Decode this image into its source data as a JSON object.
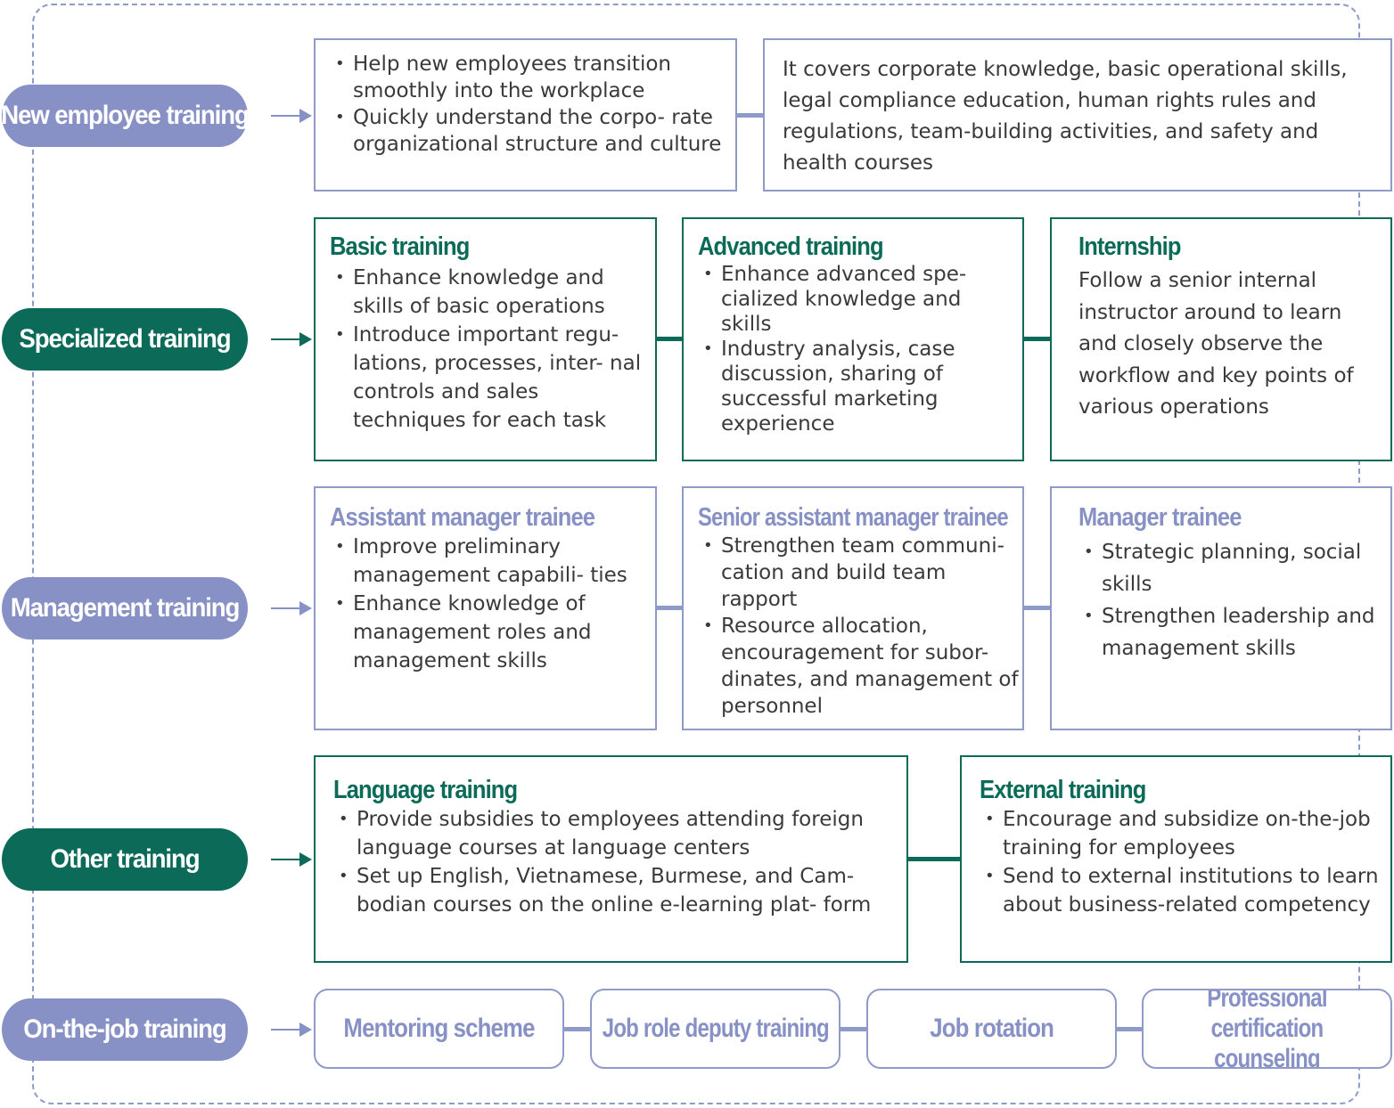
{
  "rows": {
    "new_employee": {
      "label": "New employee training",
      "goals": [
        "Help new employees transition smoothly into the workplace",
        "Quickly understand the corpo- rate organizational structure and culture"
      ],
      "description": "It covers corporate knowledge, basic operational skills, legal compliance education, human rights rules and regulations, team-building activities, and safety and health courses"
    },
    "specialized": {
      "label": "Specialized training",
      "basic": {
        "title": "Basic training",
        "items": [
          "Enhance knowledge and skills of basic operations",
          "Introduce important regu- lations, processes, inter- nal controls and sales techniques for each task"
        ]
      },
      "advanced": {
        "title": "Advanced training",
        "items": [
          "Enhance advanced spe- cialized knowledge and skills",
          "Industry analysis, case discussion, sharing of successful marketing experience"
        ]
      },
      "internship": {
        "title": "Internship",
        "text": "Follow a senior internal instructor around to learn and closely observe the workflow and key points of various operations"
      }
    },
    "management": {
      "label": "Management training",
      "assistant": {
        "title": "Assistant manager trainee",
        "items": [
          "Improve preliminary management capabili- ties",
          "Enhance knowledge of management roles and management skills"
        ]
      },
      "senior_assistant": {
        "title": "Senior assistant manager trainee",
        "items": [
          "Strengthen team communi- cation and build team rapport",
          "Resource allocation, encouragement for subor- dinates, and management of personnel"
        ]
      },
      "manager": {
        "title": "Manager trainee",
        "items": [
          "Strategic planning, social skills",
          "Strengthen leadership and management skills"
        ]
      }
    },
    "other": {
      "label": "Other training",
      "language": {
        "title": "Language training",
        "items": [
          "Provide subsidies to employees attending foreign language courses at language centers",
          "Set up English, Vietnamese, Burmese, and Cam- bodian courses on the online e-learning plat- form"
        ]
      },
      "external": {
        "title": "External training",
        "items": [
          "Encourage and subsidize on-the-job training for employees",
          "Send to external institutions to learn about business-related competency"
        ]
      }
    },
    "on_the_job": {
      "label": "On-the-job training",
      "items": [
        "Mentoring scheme",
        "Job role deputy training",
        "Job rotation",
        "Professional certification counseling"
      ]
    }
  },
  "colors": {
    "blue": "#8791c6",
    "green": "#0b6b58",
    "text": "#3a3a3a"
  }
}
